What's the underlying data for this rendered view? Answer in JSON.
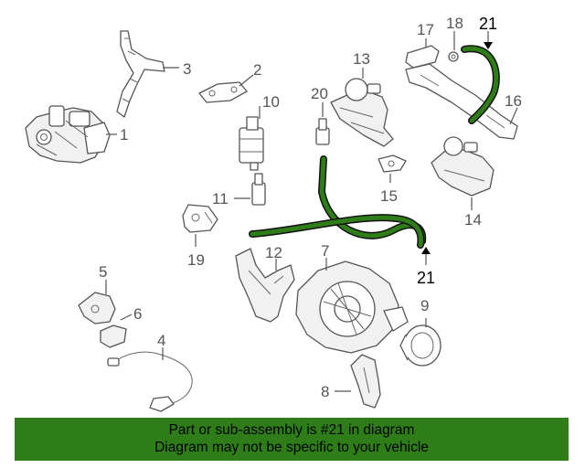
{
  "diagram": {
    "callouts": {
      "c1": "1",
      "c2": "2",
      "c3": "3",
      "c4": "4",
      "c5": "5",
      "c6": "6",
      "c7": "7",
      "c8": "8",
      "c9": "9",
      "c10": "10",
      "c11": "11",
      "c12": "12",
      "c13": "13",
      "c14": "14",
      "c15": "15",
      "c16": "16",
      "c17": "17",
      "c18": "18",
      "c19": "19",
      "c20": "20",
      "c21a": "21",
      "c21b": "21"
    },
    "highlight_part": "21",
    "colors": {
      "highlight": "#2e7d18",
      "line": "#555555"
    }
  },
  "banner": {
    "line1": "Part or sub-assembly is #21 in diagram",
    "line2": "Diagram may not be specific to your vehicle",
    "color": "#2e7d18"
  }
}
